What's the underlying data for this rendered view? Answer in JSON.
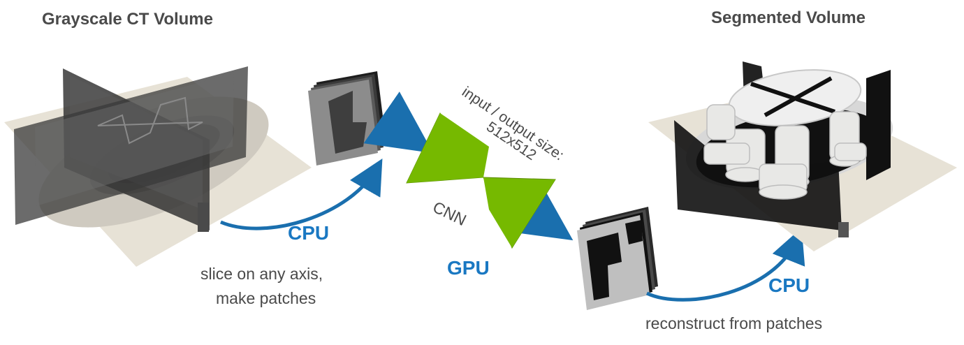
{
  "titles": {
    "input": "Grayscale CT Volume",
    "output": "Segmented Volume"
  },
  "labels": {
    "cpu_left": "CPU",
    "cpu_right": "CPU",
    "gpu": "GPU",
    "cnn": "CNN",
    "size_line1": "input / output size:",
    "size_line2": "512x512",
    "slice_line1": "slice on any axis,",
    "slice_line2": "make patches",
    "reconstruct": "reconstruct from patches"
  },
  "colors": {
    "arrow_blue": "#1a6fae",
    "cnn_green": "#76b900",
    "base_plate": "#e7e2d6",
    "slice_dark": "#3c3c3c",
    "text_gray": "#4a4a4a",
    "label_blue": "#1a78c2"
  }
}
